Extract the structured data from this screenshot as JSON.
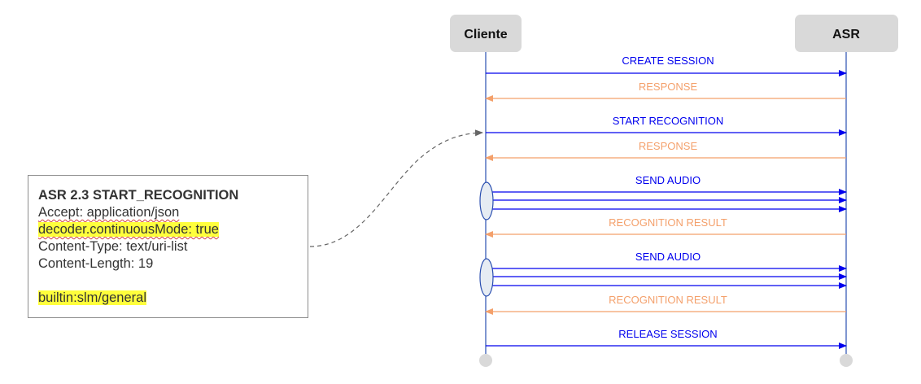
{
  "participants": {
    "client": "Cliente",
    "server": "ASR"
  },
  "messages": [
    {
      "label": "CREATE SESSION",
      "direction": "request"
    },
    {
      "label": "RESPONSE",
      "direction": "response"
    },
    {
      "label": "START RECOGNITION",
      "direction": "request"
    },
    {
      "label": "RESPONSE",
      "direction": "response"
    },
    {
      "label": "SEND AUDIO",
      "direction": "request",
      "stream": true
    },
    {
      "label": "RECOGNITION RESULT",
      "direction": "response"
    },
    {
      "label": "SEND AUDIO",
      "direction": "request",
      "stream": true
    },
    {
      "label": "RECOGNITION RESULT",
      "direction": "response"
    },
    {
      "label": "RELEASE SESSION",
      "direction": "request"
    }
  ],
  "note": {
    "title": "ASR 2.3 START_RECOGNITION",
    "accept": "Accept: application/json",
    "decoder": "decoder.continuousMode: true",
    "content_type": "Content-Type: text/uri-list",
    "content_length": "Content-Length: 19",
    "body": "builtin:slm/general"
  },
  "colors": {
    "request": "#0000ee",
    "response": "#f4a06b",
    "lifeline": "#2a4fb0",
    "participant_box": "#d9d9d9",
    "highlight": "#ffff3c",
    "note_border": "#8c8c8c"
  }
}
